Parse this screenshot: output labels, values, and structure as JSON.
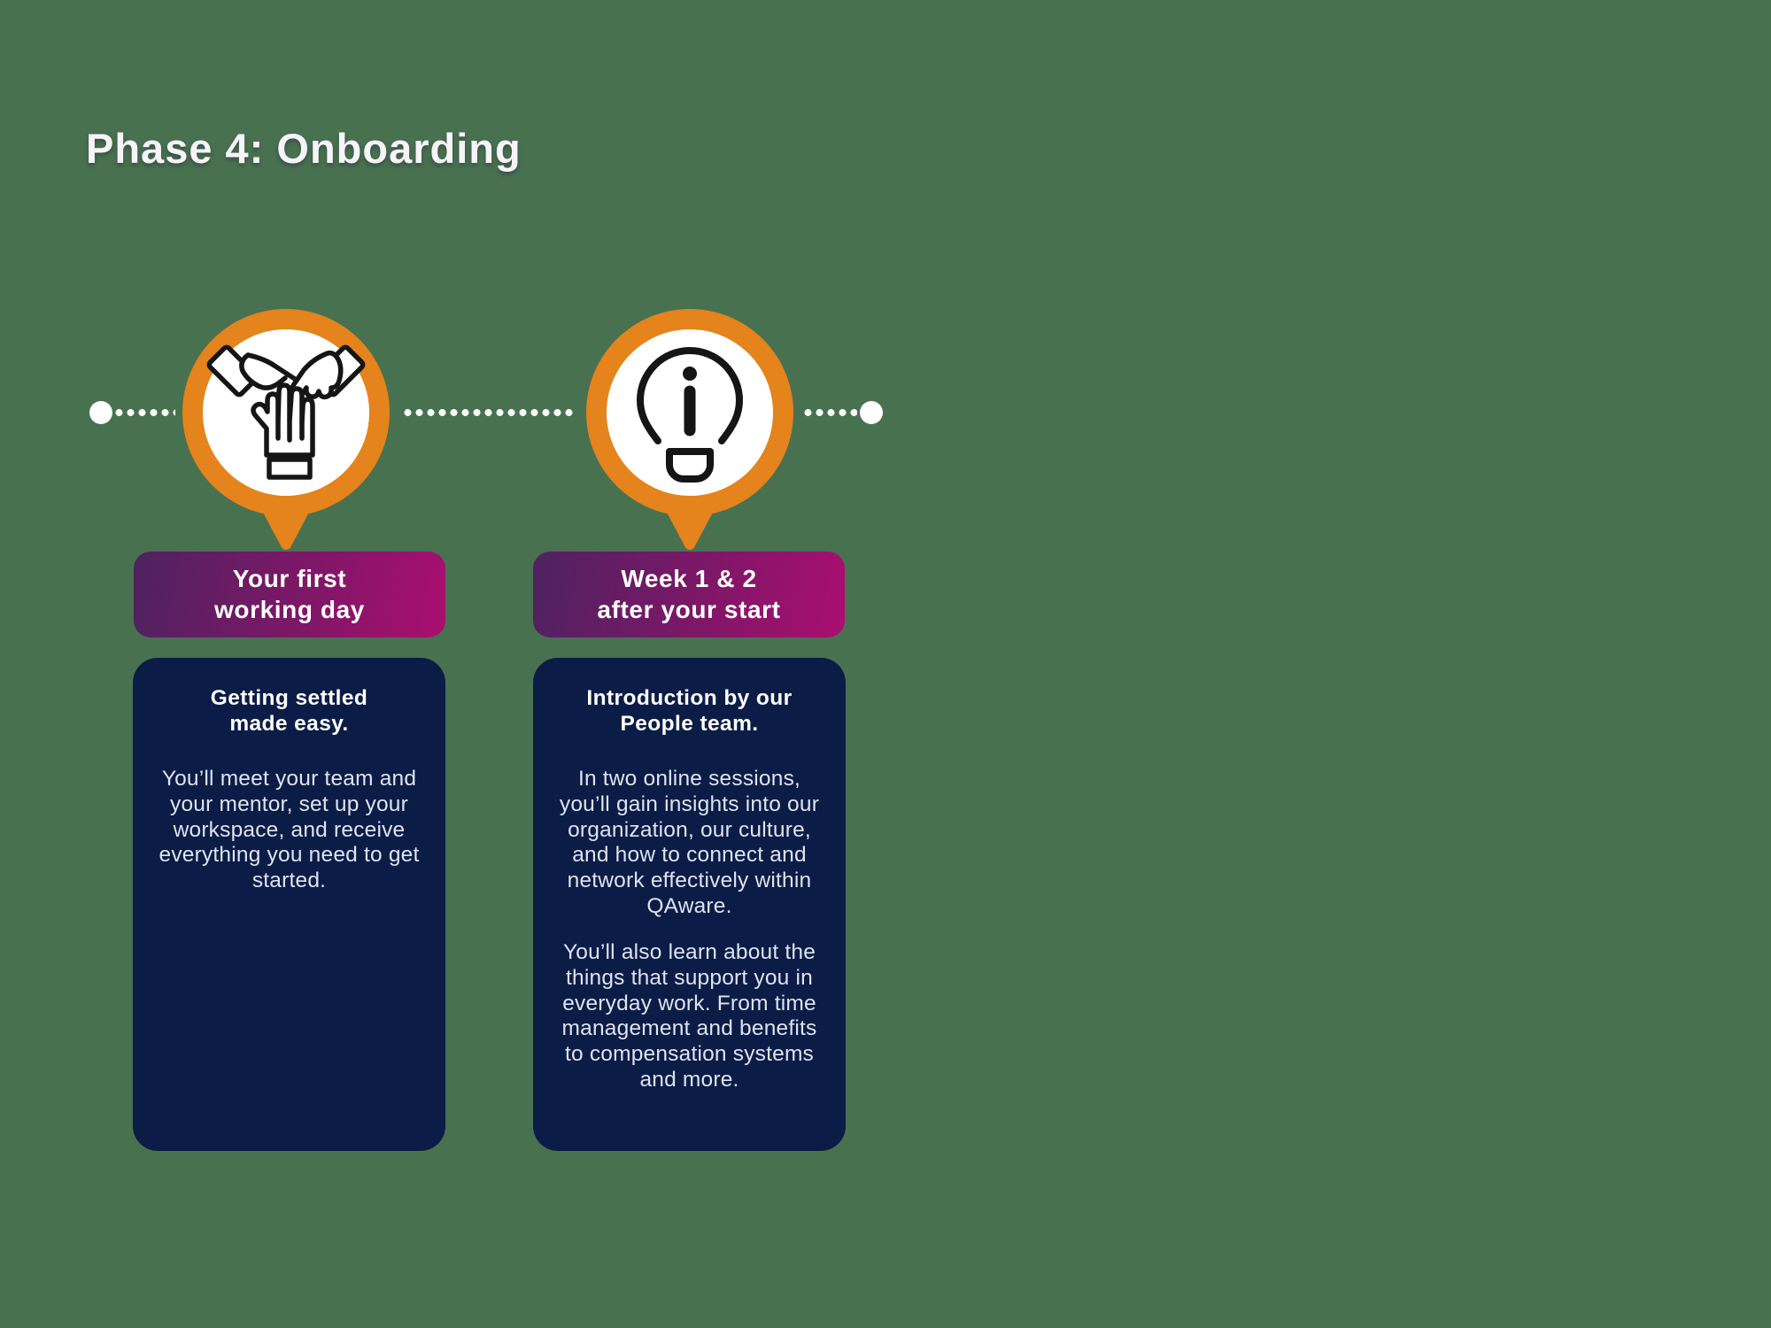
{
  "page_title": "Phase 4: Onboarding",
  "colors": {
    "background": "#487150",
    "accent_orange": "#E5831C",
    "card_navy": "#0B1C46",
    "badge_gradient_start": "#4E2260",
    "badge_gradient_end": "#AB0E70",
    "dot_white": "#FFFFFF"
  },
  "timeline": {
    "icons": [
      "team-hands-icon",
      "info-lightbulb-icon"
    ]
  },
  "columns": [
    {
      "badge_line1": "Your first",
      "badge_line2": "working day",
      "heading_line1": "Getting settled",
      "heading_line2": "made easy.",
      "paragraphs": [
        "You’ll meet your team and your mentor, set up your workspace, and receive everything you need to get started."
      ]
    },
    {
      "badge_line1": "Week 1 & 2",
      "badge_line2": "after your start",
      "heading_line1": "Introduction by our",
      "heading_line2": "People team.",
      "paragraphs": [
        "In two online sessions, you’ll gain insights into our organization, our culture, and how to connect and network effectively within QAware.",
        "You’ll also learn about the things that support you in everyday work. From time management and benefits to compensation systems and more."
      ]
    }
  ]
}
